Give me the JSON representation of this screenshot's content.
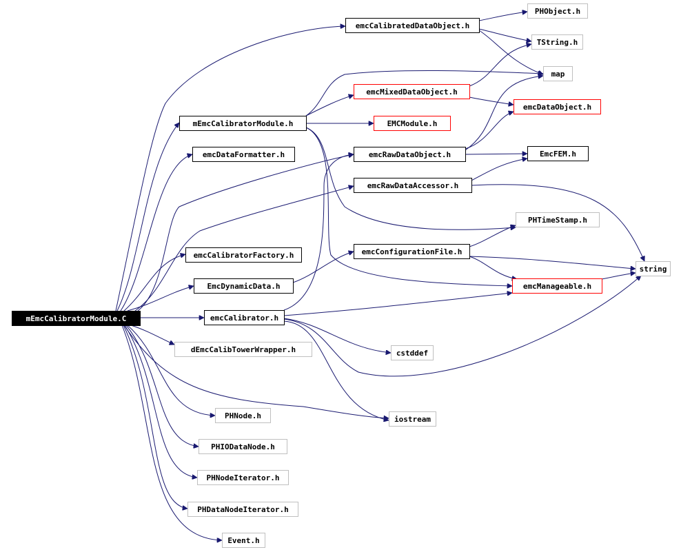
{
  "colors": {
    "edge": "#191970",
    "box_black": "#000000",
    "box_red": "#ff0000",
    "box_gray": "#bfbfbf",
    "root_fill": "#000000",
    "root_text": "#ffffff",
    "text": "#000000"
  },
  "nodes": [
    {
      "id": "root",
      "label": "mEmcCalibratorModule.C",
      "style": "root"
    },
    {
      "id": "mEmcCalibratorModule_h",
      "label": "mEmcCalibratorModule.h",
      "style": "black"
    },
    {
      "id": "emcDataFormatter",
      "label": "emcDataFormatter.h",
      "style": "black"
    },
    {
      "id": "emcCalibratorFactory",
      "label": "emcCalibratorFactory.h",
      "style": "black"
    },
    {
      "id": "EmcDynamicData",
      "label": "EmcDynamicData.h",
      "style": "black"
    },
    {
      "id": "emcCalibrator",
      "label": "emcCalibrator.h",
      "style": "black"
    },
    {
      "id": "dEmcCalibTowerWrapper",
      "label": "dEmcCalibTowerWrapper.h",
      "style": "gray"
    },
    {
      "id": "PHNode",
      "label": "PHNode.h",
      "style": "gray"
    },
    {
      "id": "PHIODataNode",
      "label": "PHIODataNode.h",
      "style": "gray"
    },
    {
      "id": "PHNodeIterator",
      "label": "PHNodeIterator.h",
      "style": "gray"
    },
    {
      "id": "PHDataNodeIterator",
      "label": "PHDataNodeIterator.h",
      "style": "gray"
    },
    {
      "id": "Event",
      "label": "Event.h",
      "style": "gray"
    },
    {
      "id": "emcCalibratedDataObject",
      "label": "emcCalibratedDataObject.h",
      "style": "black"
    },
    {
      "id": "emcMixedDataObject",
      "label": "emcMixedDataObject.h",
      "style": "red"
    },
    {
      "id": "EMCModule",
      "label": "EMCModule.h",
      "style": "red"
    },
    {
      "id": "emcRawDataObject",
      "label": "emcRawDataObject.h",
      "style": "black"
    },
    {
      "id": "emcRawDataAccessor",
      "label": "emcRawDataAccessor.h",
      "style": "black"
    },
    {
      "id": "emcConfigurationFile",
      "label": "emcConfigurationFile.h",
      "style": "black"
    },
    {
      "id": "cstddef",
      "label": "cstddef",
      "style": "gray"
    },
    {
      "id": "iostream",
      "label": "iostream",
      "style": "gray"
    },
    {
      "id": "PHObject",
      "label": "PHObject.h",
      "style": "gray"
    },
    {
      "id": "TString",
      "label": "TString.h",
      "style": "gray"
    },
    {
      "id": "map",
      "label": "map",
      "style": "gray"
    },
    {
      "id": "emcDataObject",
      "label": "emcDataObject.h",
      "style": "red"
    },
    {
      "id": "EmcFEM",
      "label": "EmcFEM.h",
      "style": "black"
    },
    {
      "id": "PHTimeStamp",
      "label": "PHTimeStamp.h",
      "style": "gray"
    },
    {
      "id": "emcManageable",
      "label": "emcManageable.h",
      "style": "red"
    },
    {
      "id": "string",
      "label": "string",
      "style": "gray"
    }
  ],
  "edges": [
    [
      "root",
      "mEmcCalibratorModule_h"
    ],
    [
      "root",
      "emcDataFormatter"
    ],
    [
      "root",
      "emcCalibratorFactory"
    ],
    [
      "root",
      "EmcDynamicData"
    ],
    [
      "root",
      "emcCalibrator"
    ],
    [
      "root",
      "dEmcCalibTowerWrapper"
    ],
    [
      "root",
      "PHNode"
    ],
    [
      "root",
      "PHIODataNode"
    ],
    [
      "root",
      "PHNodeIterator"
    ],
    [
      "root",
      "PHDataNodeIterator"
    ],
    [
      "root",
      "Event"
    ],
    [
      "root",
      "emcCalibratedDataObject"
    ],
    [
      "root",
      "emcRawDataObject"
    ],
    [
      "root",
      "emcRawDataAccessor"
    ],
    [
      "root",
      "iostream"
    ],
    [
      "mEmcCalibratorModule_h",
      "emcMixedDataObject"
    ],
    [
      "mEmcCalibratorModule_h",
      "EMCModule"
    ],
    [
      "mEmcCalibratorModule_h",
      "map"
    ],
    [
      "mEmcCalibratorModule_h",
      "PHTimeStamp"
    ],
    [
      "mEmcCalibratorModule_h",
      "emcManageable"
    ],
    [
      "EmcDynamicData",
      "emcConfigurationFile"
    ],
    [
      "emcCalibrator",
      "emcManageable"
    ],
    [
      "emcCalibrator",
      "cstddef"
    ],
    [
      "emcCalibrator",
      "iostream"
    ],
    [
      "emcCalibrator",
      "string"
    ],
    [
      "emcCalibrator",
      "emcRawDataObject"
    ],
    [
      "emcCalibratedDataObject",
      "PHObject"
    ],
    [
      "emcCalibratedDataObject",
      "TString"
    ],
    [
      "emcCalibratedDataObject",
      "map"
    ],
    [
      "emcMixedDataObject",
      "TString"
    ],
    [
      "emcMixedDataObject",
      "emcDataObject"
    ],
    [
      "emcRawDataObject",
      "EmcFEM"
    ],
    [
      "emcRawDataObject",
      "emcDataObject"
    ],
    [
      "emcRawDataObject",
      "map"
    ],
    [
      "emcRawDataAccessor",
      "EmcFEM"
    ],
    [
      "emcRawDataAccessor",
      "string"
    ],
    [
      "emcConfigurationFile",
      "PHTimeStamp"
    ],
    [
      "emcConfigurationFile",
      "emcManageable"
    ],
    [
      "emcConfigurationFile",
      "string"
    ],
    [
      "emcManageable",
      "string"
    ]
  ]
}
